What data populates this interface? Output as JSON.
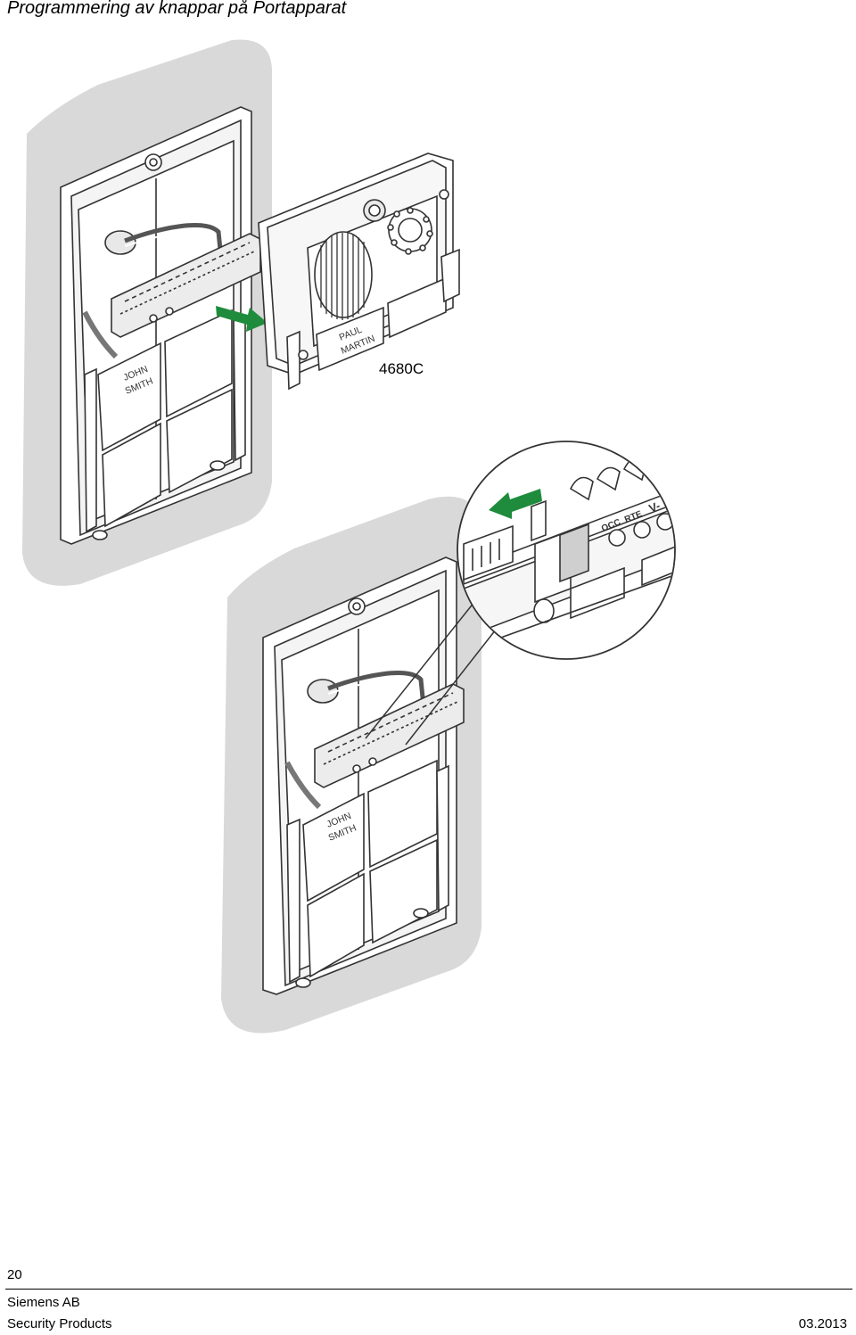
{
  "page": {
    "title": "Programmering av knappar på Portapparat"
  },
  "figure": {
    "model_label": "4680C",
    "name_tag_1_line1": "PAUL",
    "name_tag_1_line2": "MARTIN",
    "name_tag_2_line1": "JOHN",
    "name_tag_2_line2": "SMITH",
    "name_tag_3_line1": "JOHN",
    "name_tag_3_line2": "SMITH",
    "terminal_labels": [
      "OCC",
      "RTE",
      "V-"
    ],
    "colors": {
      "arrow": "#1e8c3c",
      "backdrop": "#d9d9d9",
      "line": "#333333"
    }
  },
  "footer": {
    "page_number": "20",
    "company": "Siemens AB",
    "division": "Security Products",
    "date": "03.2013"
  }
}
